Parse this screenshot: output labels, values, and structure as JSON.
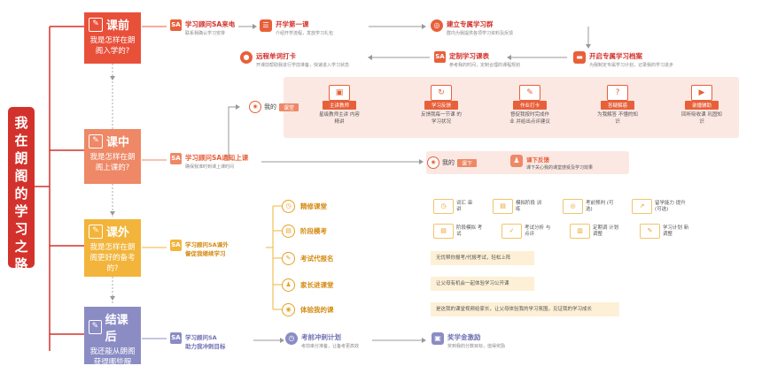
{
  "title_chars": [
    "我",
    "在",
    "朗",
    "阁",
    "的",
    "学",
    "习",
    "之",
    "路"
  ],
  "phases": {
    "pre": {
      "label": "课前",
      "icon": "✎",
      "question": "我是怎样在朗阁入学的?"
    },
    "during": {
      "label": "课中",
      "icon": "✎",
      "question": "我是怎样在朗阁上课的?"
    },
    "after": {
      "label": "课外",
      "icon": "✎",
      "question": "我是怎样在朗阁更好的备考的?"
    },
    "end": {
      "label": "结课后",
      "icon": "✎",
      "question": "我还能从朗阁获得哪些服务?"
    }
  },
  "pre_flow": {
    "sa_call": {
      "badge": "SA",
      "title": "学习顾问SA来电",
      "desc": "联系我确认学习安排"
    },
    "first_class": {
      "title": "开学第一课",
      "desc": "介绍开学流程，发放学习礼包"
    },
    "group": {
      "title": "建立专属学习群",
      "desc": "群内为我提供各项学习资料及反馈"
    },
    "archive": {
      "title": "开启专属学习档案",
      "desc": "为我制定专属学习计划，记录我的学习进步"
    },
    "schedule": {
      "badge": "SA",
      "title": "定制学习课表",
      "desc": "参考我的时间，定制合理的课程规划"
    },
    "checkin": {
      "title": "远程单词打卡",
      "desc": "开课前帮助我进行学前准备，快速进入学习状态"
    }
  },
  "during_flow": {
    "sa_notice": {
      "badge": "SA",
      "title": "学习顾问SA通知上课",
      "desc": "确保我准时到课上课时间"
    },
    "in_class": {
      "prefix": "我的",
      "tag": "课堂"
    },
    "cards": [
      {
        "label": "主讲教师",
        "icon": "▣",
        "desc": "星级教师主讲 内容精讲"
      },
      {
        "label": "学习反馈",
        "icon": "↻",
        "desc": "反馈我每一节课 的学习状况"
      },
      {
        "label": "作业打卡",
        "icon": "✎",
        "desc": "督促我按时完成作业 并给出点评建议"
      },
      {
        "label": "答疑解惑",
        "icon": "?",
        "desc": "为我解答 不懂的知识"
      },
      {
        "label": "录播辅助",
        "icon": "▶",
        "desc": "回听吸收课 巩固知识"
      }
    ],
    "after_class": {
      "prefix": "我的",
      "tag": "课下"
    },
    "teacher": {
      "title": "课下反馈",
      "desc": "课下关心我的课堂感受及学习效果"
    }
  },
  "after_flow": {
    "sa": {
      "badge": "SA",
      "title": "学习顾问SA课外",
      "subtitle": "督促我继续学习"
    },
    "items": [
      {
        "label": "精修课堂",
        "steps": [
          {
            "icon": "◷",
            "text": "词汇 串讲"
          },
          {
            "icon": "▤",
            "text": "模拟阶段 训练"
          },
          {
            "icon": "◎",
            "text": "考前预判 (可选)"
          },
          {
            "icon": "↗",
            "text": "留学能力 提升(可选)"
          }
        ]
      },
      {
        "label": "阶段模考",
        "steps": [
          {
            "icon": "▤",
            "text": "阶段模拟 考试"
          },
          {
            "icon": "✓",
            "text": "考试分析 与点评"
          },
          {
            "icon": "▥",
            "text": "定期调 计划调整"
          },
          {
            "icon": "✎",
            "text": "学习计划 新调整"
          }
        ]
      },
      {
        "label": "考试代报名",
        "bar": "无忧帮你报考/代报考试，轻松上阵"
      },
      {
        "label": "家长进课堂",
        "bar": "让父母有机会一起体验学习公开课"
      },
      {
        "label": "体验我的课",
        "bar": "是这我的课堂视频给家长，让父母体验我的学习氛围，见证我的学习成长"
      }
    ]
  },
  "end_flow": {
    "sa": {
      "badge": "SA",
      "title": "学习顾问SA",
      "subtitle": "助力我冲刺目标"
    },
    "sprint": {
      "icon": "◷",
      "title": "考前冲刺计划",
      "desc": "考前串分准备，让备考更高效"
    },
    "reward": {
      "icon": "▣",
      "title": "奖学金激励",
      "desc": "奖到我的分数目标，值得奖励"
    }
  },
  "colors": {
    "red": "#d3322c",
    "orange": "#e8603a",
    "salmon": "#ee8866",
    "yellow": "#f2b43a",
    "purple": "#8b8cc4"
  }
}
